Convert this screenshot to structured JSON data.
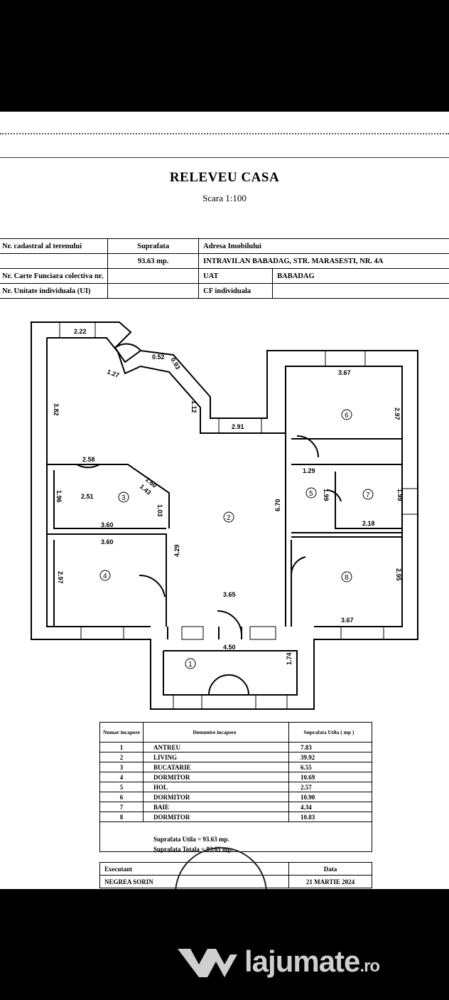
{
  "document": {
    "title": "RELEVEU CASA",
    "scale": "Scara 1:100"
  },
  "info_table": {
    "row1": {
      "label": "Nr. cadastral al terenului",
      "surface_label": "Suprafata",
      "address_label": "Adresa Imobilului"
    },
    "row2": {
      "surface_value": "93.63 mp.",
      "address_value": "INTRAVILAN BABADAG, STR. MARASESTI, NR. 4A"
    },
    "row3": {
      "label": "Nr. Carte Funciara colectiva nr.",
      "uat_label": "UAT",
      "uat_value": "BABADAG"
    },
    "row4": {
      "label": "Nr. Unitate individuala (UI)",
      "cf_label": "CF individuala"
    }
  },
  "plan": {
    "room_numbers": [
      "1",
      "2",
      "3",
      "4",
      "5",
      "6",
      "7",
      "8"
    ],
    "dimensions": [
      "2.22",
      "1.27",
      "0.52",
      "0.93",
      "1.12",
      "2.91",
      "3.82",
      "2.58",
      "1.60",
      "1.43",
      "2.51",
      "1.96",
      "1.03",
      "3.60",
      "3.60",
      "2.97",
      "4.29",
      "3.65",
      "4.50",
      "1.74",
      "6.70",
      "3.67",
      "2.97",
      "1.29",
      "1.99",
      "1.99",
      "2.18",
      "2.95",
      "3.67"
    ]
  },
  "legend": {
    "headers": {
      "nr": "Numar incapere",
      "name": "Denumire incapere",
      "surface": "Suprafata Utila ( mp )"
    },
    "rows": [
      {
        "nr": "1",
        "name": "ANTREU",
        "surface": "7.83"
      },
      {
        "nr": "2",
        "name": "LIVING",
        "surface": "39.92"
      },
      {
        "nr": "3",
        "name": "BUCATARIE",
        "surface": "6.55"
      },
      {
        "nr": "4",
        "name": "DORMITOR",
        "surface": "10.69"
      },
      {
        "nr": "5",
        "name": "HOL",
        "surface": "2.57"
      },
      {
        "nr": "6",
        "name": "DORMITOR",
        "surface": "10.90"
      },
      {
        "nr": "7",
        "name": "BAIE",
        "surface": "4.34"
      },
      {
        "nr": "8",
        "name": "DORMITOR",
        "surface": "10.83"
      }
    ],
    "total_useful": "Suprafata Utila = 93.63 mp.",
    "total_built": "Suprafata Totala = 93.63 mp."
  },
  "signature": {
    "executant_label": "Executant",
    "date_label": "Data",
    "executant_name": "NEGREA SORIN",
    "date_value": "21 MARTIE 2024"
  },
  "watermark": {
    "brand": "lajumate",
    "tld": ".ro"
  }
}
